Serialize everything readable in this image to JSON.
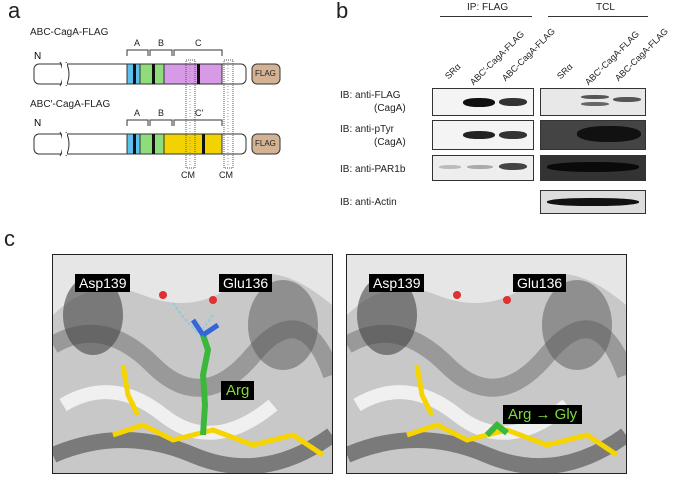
{
  "panel_a": {
    "label": "a",
    "construct1": {
      "name": "ABC-CagA-FLAG",
      "n_term": "N",
      "segments": [
        "A",
        "B",
        "C"
      ],
      "tag": "FLAG"
    },
    "construct2": {
      "name": "ABC′-CagA-FLAG",
      "n_term": "N",
      "segments": [
        "A",
        "B",
        "C′"
      ],
      "tag": "FLAG"
    },
    "cm_labels": [
      "CM",
      "CM"
    ],
    "colors": {
      "A": "#5bc0eb",
      "B": "#8fdc7a",
      "C": "#d69ae6",
      "C_prime": "#f2d200",
      "FLAG": "#d4b294"
    }
  },
  "panel_b": {
    "label": "b",
    "group_ip": "IP: FLAG",
    "group_tcl": "TCL",
    "lanes": [
      "SRα",
      "ABC′-CagA-FLAG",
      "ABC-CagA-FLAG"
    ],
    "lanes_tcl": [
      "SRα",
      "ABC′-CagA-FLAG",
      "ABC-CagA-FLAG"
    ],
    "rows": [
      {
        "line1": "IB: anti-FLAG",
        "line2": "(CagA)"
      },
      {
        "line1": "IB: anti-pTyr",
        "line2": "(CagA)"
      },
      {
        "line1": "IB: anti-PAR1b",
        "line2": ""
      },
      {
        "line1": "IB: anti-Actin",
        "line2": ""
      }
    ]
  },
  "panel_c": {
    "label": "c",
    "left": {
      "res1": "Asp139",
      "res2": "Glu136",
      "mut": "Arg"
    },
    "right": {
      "res1": "Asp139",
      "res2": "Glu136",
      "mut": "Arg → Gly"
    }
  }
}
